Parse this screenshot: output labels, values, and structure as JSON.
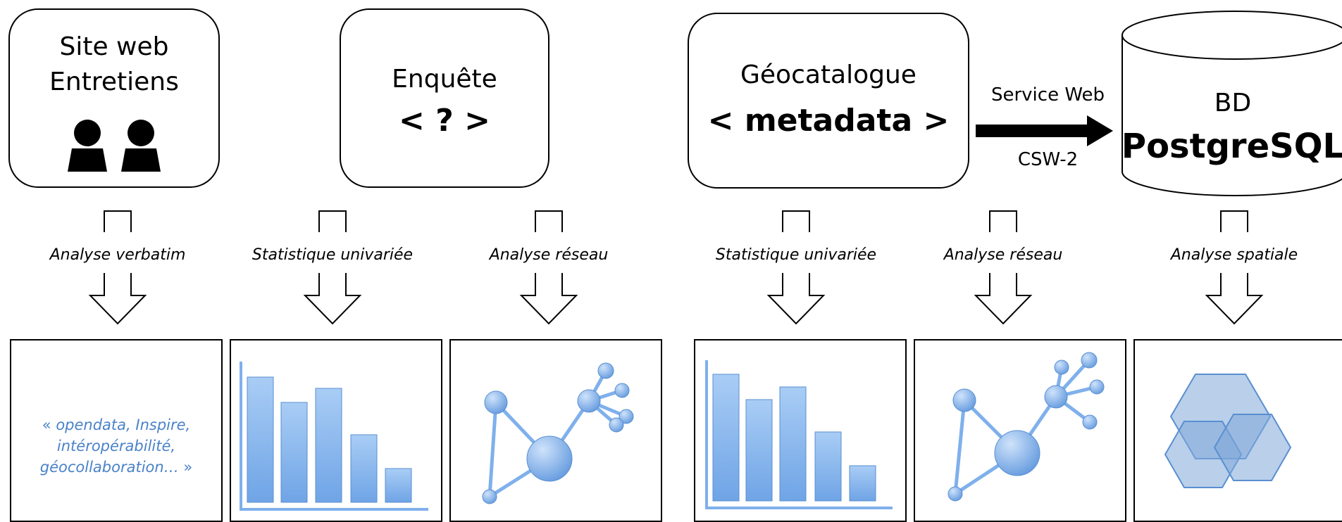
{
  "sources": {
    "site": {
      "line1": "Site web",
      "line2": "Entretiens",
      "icon": "person-icon"
    },
    "enquete": {
      "line1": "Enquête",
      "line2": "< ? >"
    },
    "geocatalogue": {
      "line1": "Géocatalogue",
      "line2": "< metadata >"
    },
    "bd": {
      "line1": "BD",
      "line2": "PostgreSQL"
    }
  },
  "service": {
    "top": "Service Web",
    "bottom": "CSW-2"
  },
  "analyses": [
    "Analyse verbatim",
    "Statistique univariée",
    "Analyse réseau",
    "Statistique univariée",
    "Analyse réseau",
    "Analyse spatiale"
  ],
  "quote": {
    "open": "« ",
    "text": "opendata, Inspire, intéropérabilité, géocollaboration…",
    "close": " »",
    "line1": "opendata, Inspire,",
    "line2": "intéropérabilité,",
    "line3": "géocollaboration…"
  },
  "colors": {
    "accent_blue": "#4a82c8",
    "bar_fill": "#8fbcef",
    "node_fill": "#7fb0ec",
    "hex_fill": "#7fa7d8"
  }
}
